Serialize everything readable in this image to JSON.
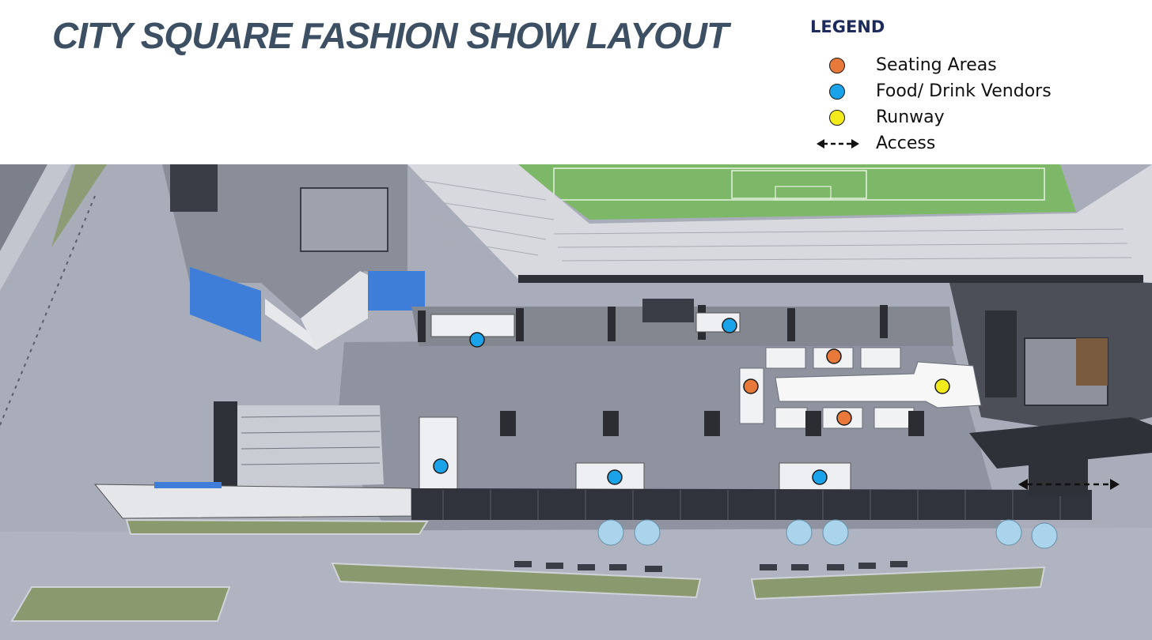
{
  "title": "CITY SQUARE FASHION SHOW LAYOUT",
  "legend": {
    "title": "LEGEND",
    "items": [
      {
        "key": "seating",
        "label": "Seating Areas",
        "color": "#e8793a",
        "symbol": "dot"
      },
      {
        "key": "vendors",
        "label": "Food/ Drink Vendors",
        "color": "#1aa3e8",
        "symbol": "dot"
      },
      {
        "key": "runway",
        "label": "Runway",
        "color": "#f2ea1a",
        "symbol": "dot"
      },
      {
        "key": "access",
        "label": "Access",
        "color": "#111111",
        "symbol": "dashed-double-arrow"
      }
    ]
  },
  "colors": {
    "plaza": "#8c909c",
    "ground": "#a7abb8",
    "grass": "#8a9a6e",
    "field": "#7fb86a",
    "structure": "#2f3138",
    "stand": "#d9dbe0",
    "screen": "#3f7ed8"
  }
}
